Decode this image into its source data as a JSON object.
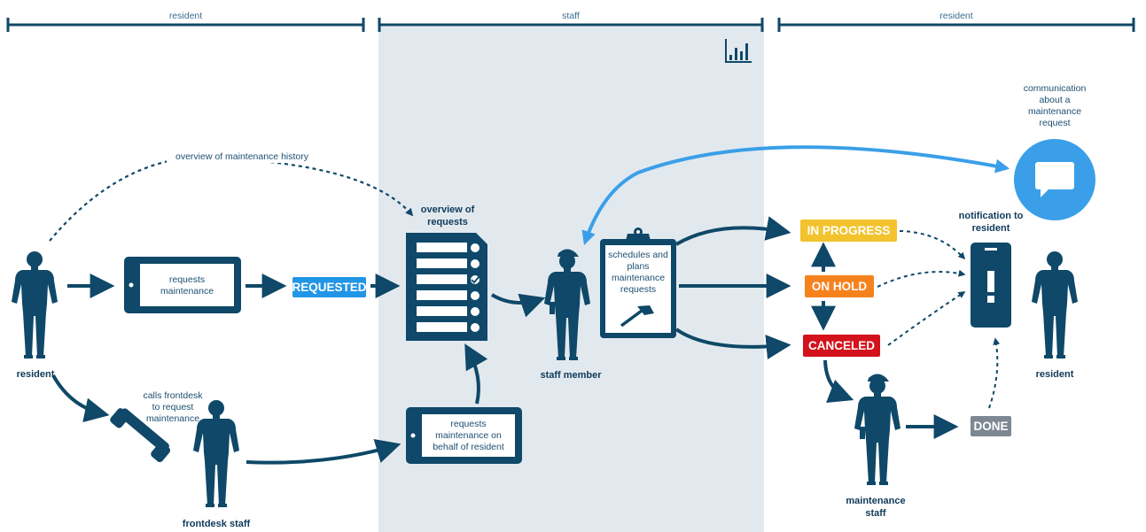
{
  "sections": {
    "left": "resident",
    "middle": "staff",
    "right": "resident"
  },
  "labels": {
    "history": "overview of maintenance history",
    "overview_requests": "overview of\nrequests",
    "phone_requests": "requests\nmaintenance",
    "calls_frontdesk": "calls frontdesk\nto request\nmaintenance",
    "behalf": "requests\nmaintenance on\nbehalf of resident",
    "schedules": "schedules and\nplans\nmaintenance\nrequests",
    "communication": "communication\nabout a\nmaintenance\nrequest",
    "notification": "notification to\nresident"
  },
  "people": {
    "resident_left": "resident",
    "frontdesk_staff": "frontdesk staff",
    "staff_member": "staff member",
    "maintenance_staff": "maintenance\nstaff",
    "resident_right": "resident"
  },
  "statuses": {
    "requested": "REQUESTED",
    "in_progress": "IN PROGRESS",
    "on_hold": "ON HOLD",
    "canceled": "CANCELED",
    "done": "DONE"
  },
  "colors": {
    "navy": "#0f4868",
    "staff_bg": "#e2e9ee",
    "requested": "#2196e6",
    "in_progress": "#f2c32d",
    "on_hold": "#f6821e",
    "canceled": "#d3121c",
    "done": "#7d8893",
    "chat": "#3a9fe8"
  }
}
